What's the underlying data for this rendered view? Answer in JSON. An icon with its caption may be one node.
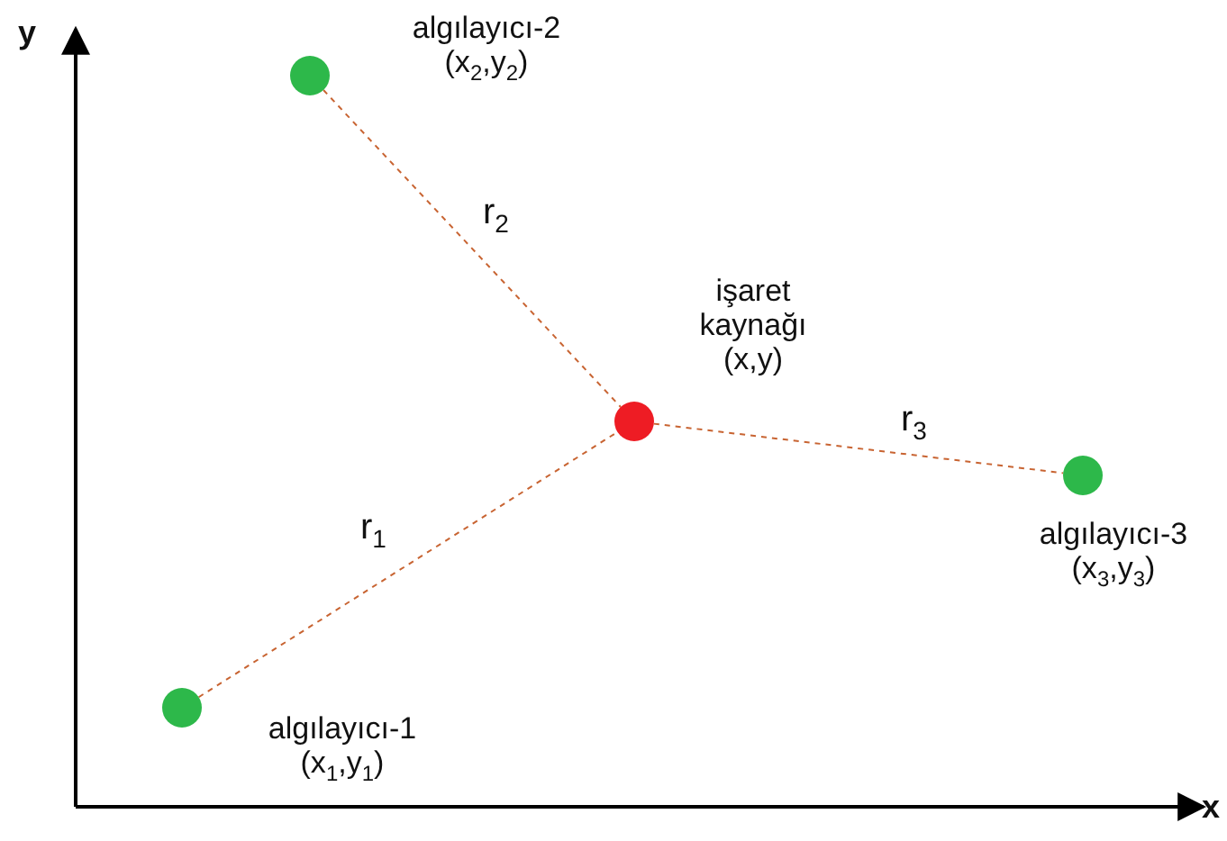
{
  "diagram": {
    "nodes": [
      {
        "text": [],
        "shape": "circle",
        "beside": [
          "algılayıcı-2",
          "(x$_{2}$,y$_{2}$)"
        ]
      },
      {
        "text": [],
        "shape": "circle",
        "beside": [
          "işaret kaynağı",
          "(x,y)"
        ]
      },
      {
        "text": [],
        "shape": "circle",
        "beside": [
          "algılayıcı-3",
          "(x$_{3}$,y$_{3}$)"
        ]
      },
      {
        "text": [],
        "shape": "circle",
        "beside": [
          "algılayıcı-1",
          "(x$_{1}$,y$_{1}$)"
        ]
      }
    ],
    "edges": [
      {
        "from": 0,
        "to": 1,
        "arrow": "none",
        "style": "dashed",
        "label": "r$_{2}$"
      },
      {
        "from": 1,
        "to": 2,
        "arrow": "none",
        "style": "dashed",
        "label": "r$_{3}$"
      },
      {
        "from": 3,
        "to": 1,
        "arrow": "none",
        "style": "dashed",
        "label": "r$_{1}$"
      }
    ],
    "labels": [
      "y",
      "x"
    ]
  }
}
